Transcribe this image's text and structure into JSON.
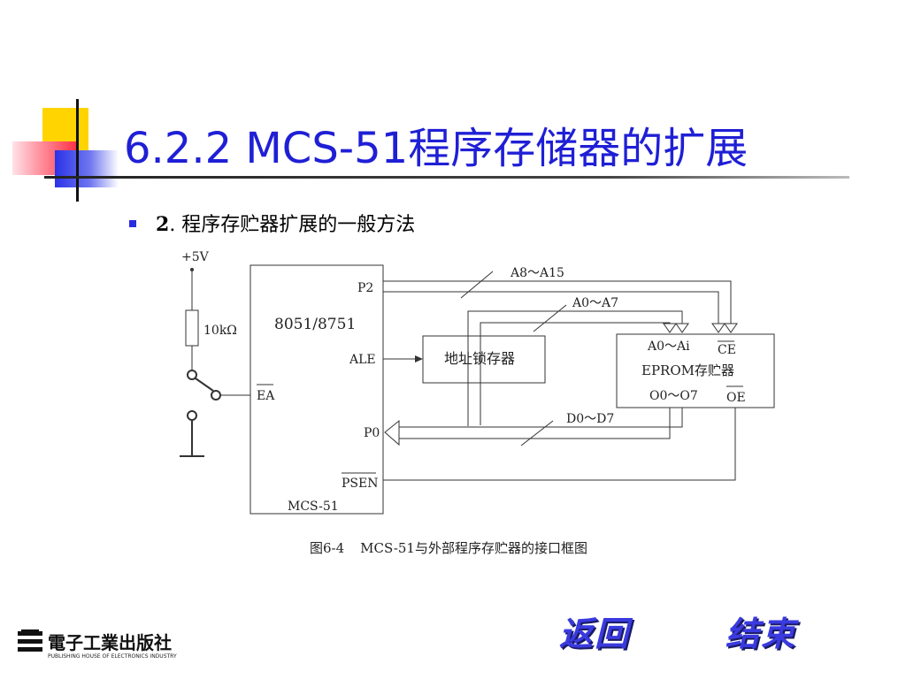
{
  "title": "6.2.2  MCS-51程序存储器的扩展",
  "bullet": {
    "number": "2",
    "text": ". 程序存贮器扩展的一般方法"
  },
  "diagram": {
    "power_label": "+5V",
    "resistor_label": "10kΩ",
    "mcu_name": "8051/8751",
    "mcu_chip_label": "MCS-51",
    "pins": {
      "p2": "P2",
      "ale": "ALE",
      "ea": "EA",
      "p0": "P0",
      "psen": "PSEN"
    },
    "latch_label": "地址锁存器",
    "eprom": {
      "addr": "A0～Ai",
      "ce": "CE",
      "name": "EPROM存贮器",
      "data": "O0～O7",
      "oe": "OE"
    },
    "buses": {
      "high_addr": "A8～A15",
      "low_addr": "A0～A7",
      "data": "D0～D7"
    },
    "caption_num": "图6-4",
    "caption_text": "MCS-51与外部程序存贮器的接口框图"
  },
  "nav": {
    "back": "返回",
    "end": "结束"
  },
  "publisher": {
    "name": "電子工業出版社",
    "english": "PUBLISHING HOUSE OF ELECTRONICS INDUSTRY"
  },
  "colors": {
    "title": "#1f1fd6",
    "accent_yellow": "#ffd400",
    "accent_red": "#ff3347",
    "accent_blue": "#2a33e6"
  }
}
